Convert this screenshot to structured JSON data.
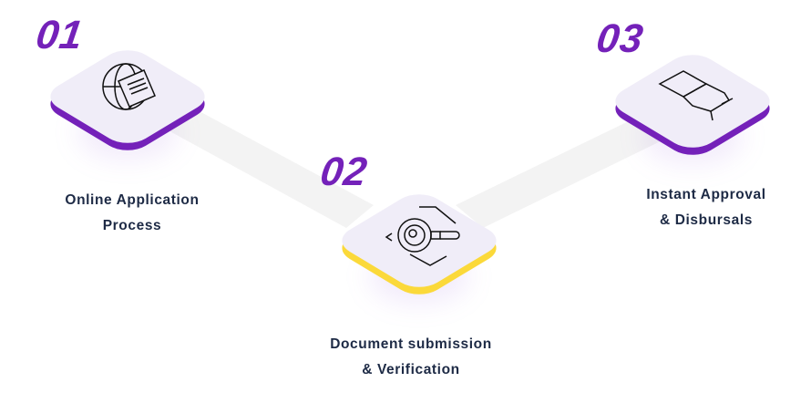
{
  "steps": [
    {
      "number": "01",
      "title_line1": "Online Application",
      "title_line2": "Process",
      "accent": "#7421b9",
      "icon": "globe-document-icon"
    },
    {
      "number": "02",
      "title_line1": "Document submission",
      "title_line2": "& Verification",
      "accent": "#fbd93a",
      "icon": "magnifier-document-icon"
    },
    {
      "number": "03",
      "title_line1": "Instant Approval",
      "title_line2": "& Disbursals",
      "accent": "#7421b9",
      "icon": "thumbs-up-icon"
    }
  ]
}
